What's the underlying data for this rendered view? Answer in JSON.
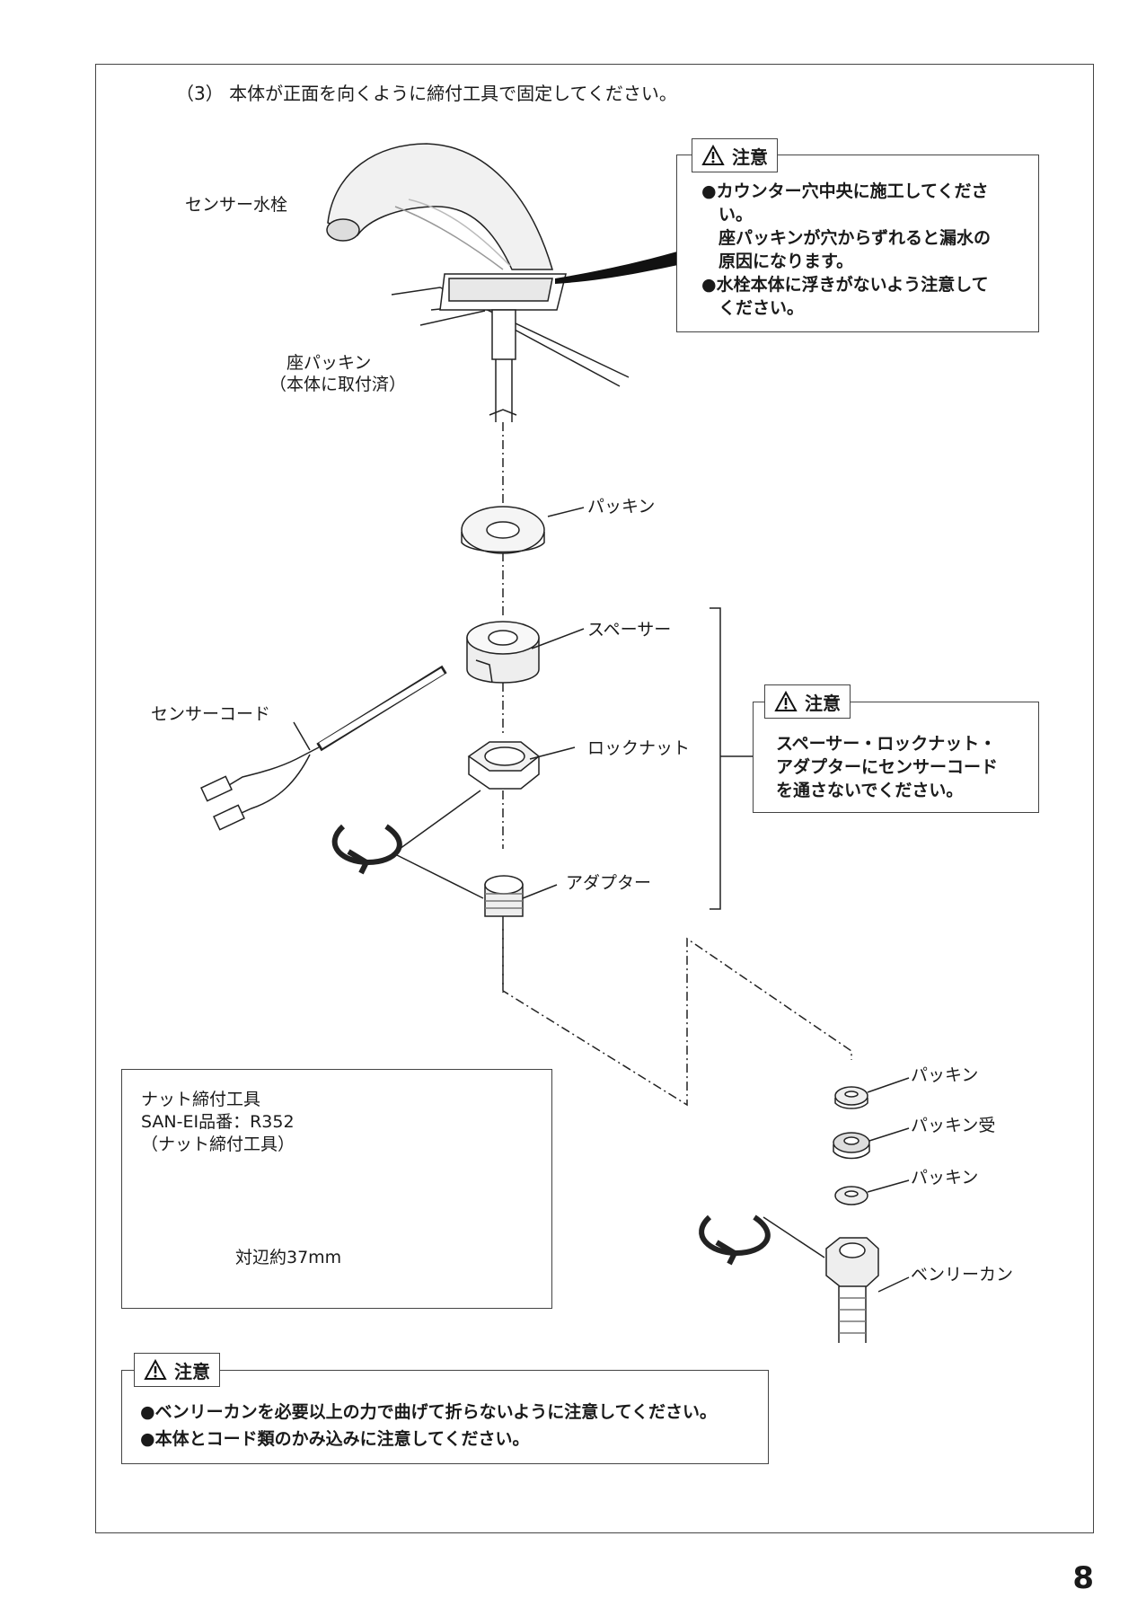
{
  "step": "（3） 本体が正面を向くように締付工具で固定してください。",
  "labels": {
    "sensor_faucet": "センサー水栓",
    "seat_packing_line1": "座パッキン",
    "seat_packing_line2": "（本体に取付済）",
    "packing": "パッキン",
    "spacer": "スペーサー",
    "lock_nut": "ロックナット",
    "adapter": "アダプター",
    "sensor_cord": "センサーコード",
    "packing_2": "パッキン",
    "packing_receiver": "パッキン受",
    "packing_3": "パッキン",
    "benry_kan": "ベンリーカン"
  },
  "caution_top": {
    "title": "注意",
    "lines": [
      "●カウンター穴中央に施工してくださ",
      "　い。",
      "　座パッキンが穴からずれると漏水の",
      "　原因になります。",
      "●水栓本体に浮きがないよう注意して",
      "　ください。"
    ]
  },
  "caution_middle": {
    "title": "注意",
    "lines": [
      "スペーサー・ロックナット・",
      "アダプターにセンサーコード",
      "を通さないでください。"
    ]
  },
  "tool": {
    "line1": "ナット締付工具",
    "line2": "SAN-EI品番：R352",
    "line3": "（ナット締付工具）",
    "dimension": "対辺約37mm"
  },
  "caution_bottom": {
    "title": "注意",
    "lines": [
      "●ベンリーカンを必要以上の力で曲げて折らないように注意してください。",
      "●本体とコード類のかみ込みに注意してください。"
    ]
  },
  "page_number": "8"
}
